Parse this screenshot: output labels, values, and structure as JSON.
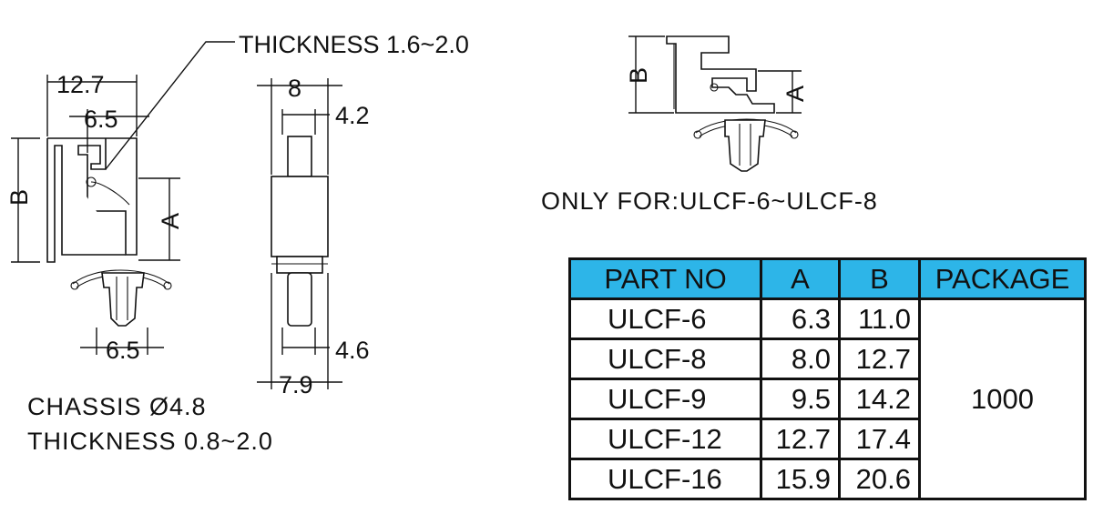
{
  "dimensions": {
    "top_width": "12.7",
    "inner_width": "6.5",
    "thickness_top": "THICKNESS 1.6~2.0",
    "height_b": "B",
    "height_a": "A",
    "bottom_width": "6.5",
    "side_width": "8",
    "side_tip": "4.2",
    "side_tip_bottom": "4.6",
    "side_base": "7.9",
    "variant_b": "B",
    "variant_a": "A"
  },
  "notes": {
    "chassis": "CHASSIS  Ø4.8",
    "chassis_thickness": "THICKNESS  0.8~2.0",
    "only_for": "ONLY FOR:ULCF-6~ULCF-8"
  },
  "table": {
    "headers": [
      "PART NO",
      "A",
      "B",
      "PACKAGE"
    ],
    "rows": [
      {
        "part": "ULCF-6",
        "a": "6.3",
        "b": "11.0"
      },
      {
        "part": "ULCF-8",
        "a": "8.0",
        "b": "12.7"
      },
      {
        "part": "ULCF-9",
        "a": "9.5",
        "b": "14.2"
      },
      {
        "part": "ULCF-12",
        "a": "12.7",
        "b": "17.4"
      },
      {
        "part": "ULCF-16",
        "a": "15.9",
        "b": "20.6"
      }
    ],
    "package": "1000",
    "header_color": "#2db5e8"
  }
}
